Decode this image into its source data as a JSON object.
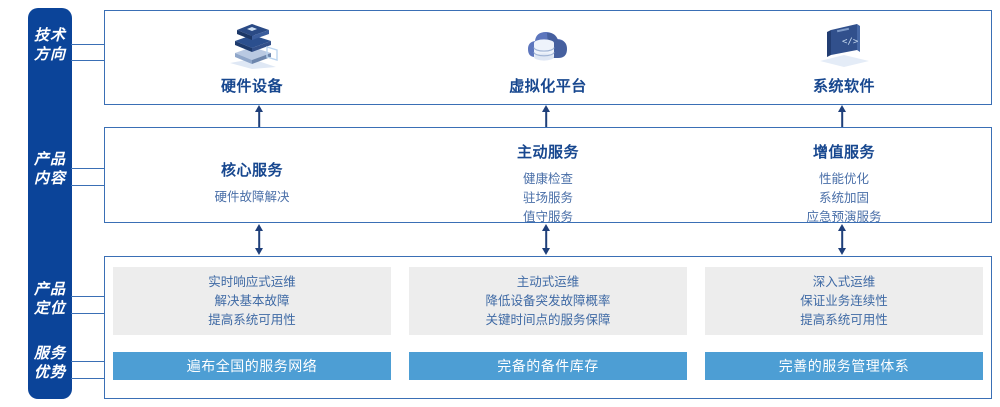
{
  "colors": {
    "rail_blue": "#0b4499",
    "border_blue": "#3a6fb5",
    "title_blue": "#17478f",
    "body_blue": "#4a6fa8",
    "gray_card": "#ededed",
    "bar_blue": "#4d9ed4",
    "arrow_blue": "#1f3f7a"
  },
  "rail": {
    "labels": [
      {
        "id": "tech-direction",
        "lines": [
          "技术",
          "方向"
        ]
      },
      {
        "id": "product-content",
        "lines": [
          "产品",
          "内容"
        ]
      },
      {
        "id": "product-positioning",
        "lines": [
          "产品",
          "定位"
        ]
      },
      {
        "id": "service-advantage",
        "lines": [
          "服务",
          "优势"
        ]
      }
    ]
  },
  "section_tech": {
    "items": [
      {
        "icon": "server-stack-icon",
        "label": "硬件设备"
      },
      {
        "icon": "cloud-database-icon",
        "label": "虚拟化平台"
      },
      {
        "icon": "laptop-code-icon",
        "label": "系统软件"
      }
    ]
  },
  "section_content": {
    "items": [
      {
        "title": "核心服务",
        "details": [
          "硬件故障解决"
        ]
      },
      {
        "title": "主动服务",
        "details": [
          "健康检查",
          "驻场服务",
          "值守服务"
        ]
      },
      {
        "title": "增值服务",
        "details": [
          "性能优化",
          "系统加固",
          "应急预演服务"
        ]
      }
    ]
  },
  "section_positioning": {
    "cards": [
      {
        "lines": [
          "实时响应式运维",
          "解决基本故障",
          "提高系统可用性"
        ]
      },
      {
        "lines": [
          "主动式运维",
          "降低设备突发故障概率",
          "关键时间点的服务保障"
        ]
      },
      {
        "lines": [
          "深入式运维",
          "保证业务连续性",
          "提高系统可用性"
        ]
      }
    ]
  },
  "section_advantage": {
    "bars": [
      "遍布全国的服务网络",
      "完备的备件库存",
      "完善的服务管理体系"
    ]
  }
}
